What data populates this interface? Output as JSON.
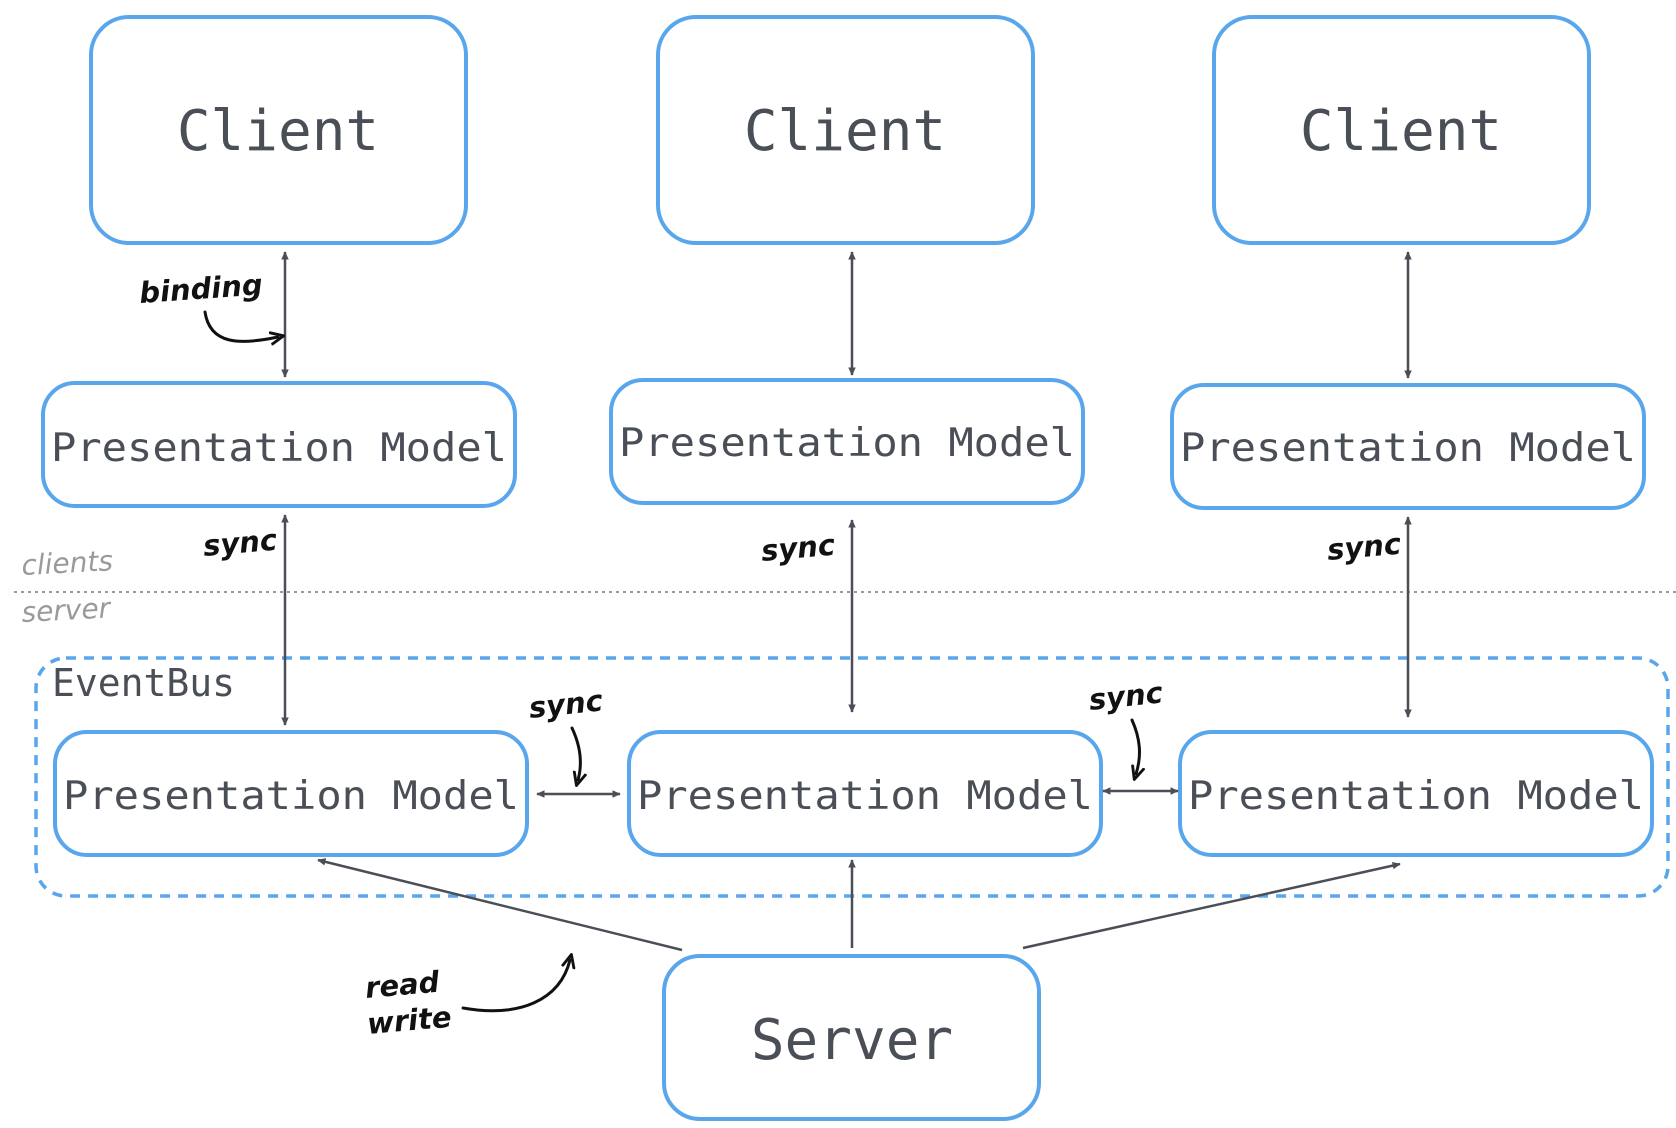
{
  "diagram": {
    "clients": [
      {
        "label": "Client"
      },
      {
        "label": "Client"
      },
      {
        "label": "Client"
      }
    ],
    "client_models": [
      {
        "label": "Presentation Model"
      },
      {
        "label": "Presentation Model"
      },
      {
        "label": "Presentation Model"
      }
    ],
    "server_models": [
      {
        "label": "Presentation Model"
      },
      {
        "label": "Presentation Model"
      },
      {
        "label": "Presentation Model"
      }
    ],
    "server": {
      "label": "Server"
    },
    "eventbus": {
      "label": "EventBus"
    },
    "zones": {
      "top": "clients",
      "bottom": "server"
    },
    "annotations": {
      "binding": "binding",
      "sync": "sync",
      "read": "read",
      "write": "write"
    },
    "colors": {
      "box_stroke": "#5aa6ec",
      "text": "#4a4f57",
      "arrow": "#4a4f57",
      "annotation": "#111111",
      "zone_label": "#9a9a9a"
    }
  }
}
